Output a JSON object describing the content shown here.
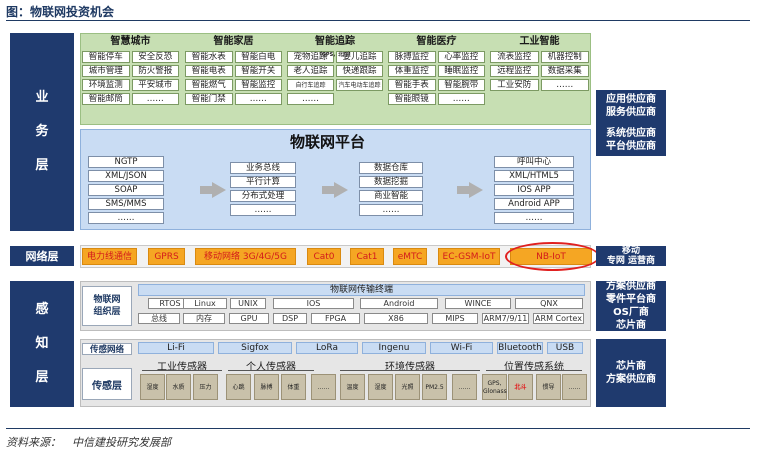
{
  "title": "图：物联网投资机会",
  "source": "资料来源：　中信建投研究发展部",
  "left_labels": {
    "business": "业\n务\n层",
    "network": "网络层",
    "perception": "感\n知\n层"
  },
  "application_domains": [
    {
      "name": "智慧城市",
      "subtitle": "",
      "items": [
        "智能停车",
        "安全反恐",
        "城市管理",
        "防火警报",
        "环境监测",
        "平安城市",
        "智能邮筒",
        "……"
      ]
    },
    {
      "name": "智能家居",
      "subtitle": "",
      "items": [
        "智能水表",
        "智能白电",
        "智能电表",
        "智能开关",
        "智能燃气",
        "智能监控",
        "智能门禁",
        "……"
      ]
    },
    {
      "name": "智能追踪",
      "subtitle": "（GPS，北斗）",
      "items": [
        "宠物追踪",
        "婴儿追踪",
        "老人追踪",
        "快递跟踪",
        "自行车追踪",
        "汽车电动车追踪",
        "……",
        ""
      ]
    },
    {
      "name": "智能医疗",
      "subtitle": "",
      "items": [
        "脉搏监控",
        "心率监控",
        "体重监控",
        "睡眠监控",
        "智能手表",
        "智能腕带",
        "智能眼镜",
        "……"
      ]
    },
    {
      "name": "工业智能",
      "subtitle": "",
      "items": [
        "流表监控",
        "机器控制",
        "远程监控",
        "数据采集",
        "工业安防",
        "……",
        "",
        ""
      ]
    }
  ],
  "platform": {
    "title": "物联网平台",
    "col1": [
      "NGTP",
      "XML/JSON",
      "SOAP",
      "SMS/MMS",
      "……"
    ],
    "col2": [
      "业务总线",
      "平行计算",
      "分布式处理",
      "……"
    ],
    "col3": [
      "数据仓库",
      "数据挖掘",
      "商业智能",
      "……"
    ],
    "col4": [
      "呼叫中心",
      "XML/HTML5",
      "IOS APP",
      "Android APP",
      "……"
    ]
  },
  "right_labels": {
    "business": [
      "应用供应商",
      "服务供应商",
      "系统供应商",
      "平台供应商"
    ],
    "network": [
      "移动",
      "专网 运营商"
    ],
    "transport": [
      "方案供应商",
      "零件平台商",
      "OS厂商",
      "芯片商"
    ],
    "sensing": [
      "芯片商",
      "方案供应商"
    ]
  },
  "network_items": [
    "电力线通信",
    "GPRS",
    "移动网络 3G/4G/5G",
    "Cat0",
    "Cat1",
    "eMTC",
    "EC-GSM-IoT",
    "NB-IoT"
  ],
  "transport": {
    "org_label": "物联网\n组织层",
    "header": "物联网传输终端",
    "row1": [
      "RTOS",
      "Linux",
      "UNIX",
      "IOS",
      "Android",
      "WINCE",
      "QNX"
    ],
    "row2": [
      "总线",
      "内存",
      "GPU",
      "DSP",
      "FPGA",
      "X86",
      "MIPS",
      "ARM7/9/11",
      "ARM Cortex"
    ]
  },
  "sensing": {
    "net_label": "传感网络",
    "layer_label": "传感层",
    "protocols": [
      "Li-Fi",
      "Sigfox",
      "LoRa",
      "Ingenu",
      "Wi-Fi",
      "Bluetooth",
      "USB"
    ],
    "groups": [
      "工业传感器",
      "个人传感器",
      "环境传感器",
      "位置传感系统"
    ],
    "sensors": [
      "湿度",
      "水质",
      "压力",
      "心跳",
      "脉搏",
      "体重",
      "……",
      "温度",
      "湿度",
      "光照",
      "PM2.5",
      "……",
      "GPS,\nGlonass",
      "北斗",
      "惯导",
      "……"
    ]
  }
}
